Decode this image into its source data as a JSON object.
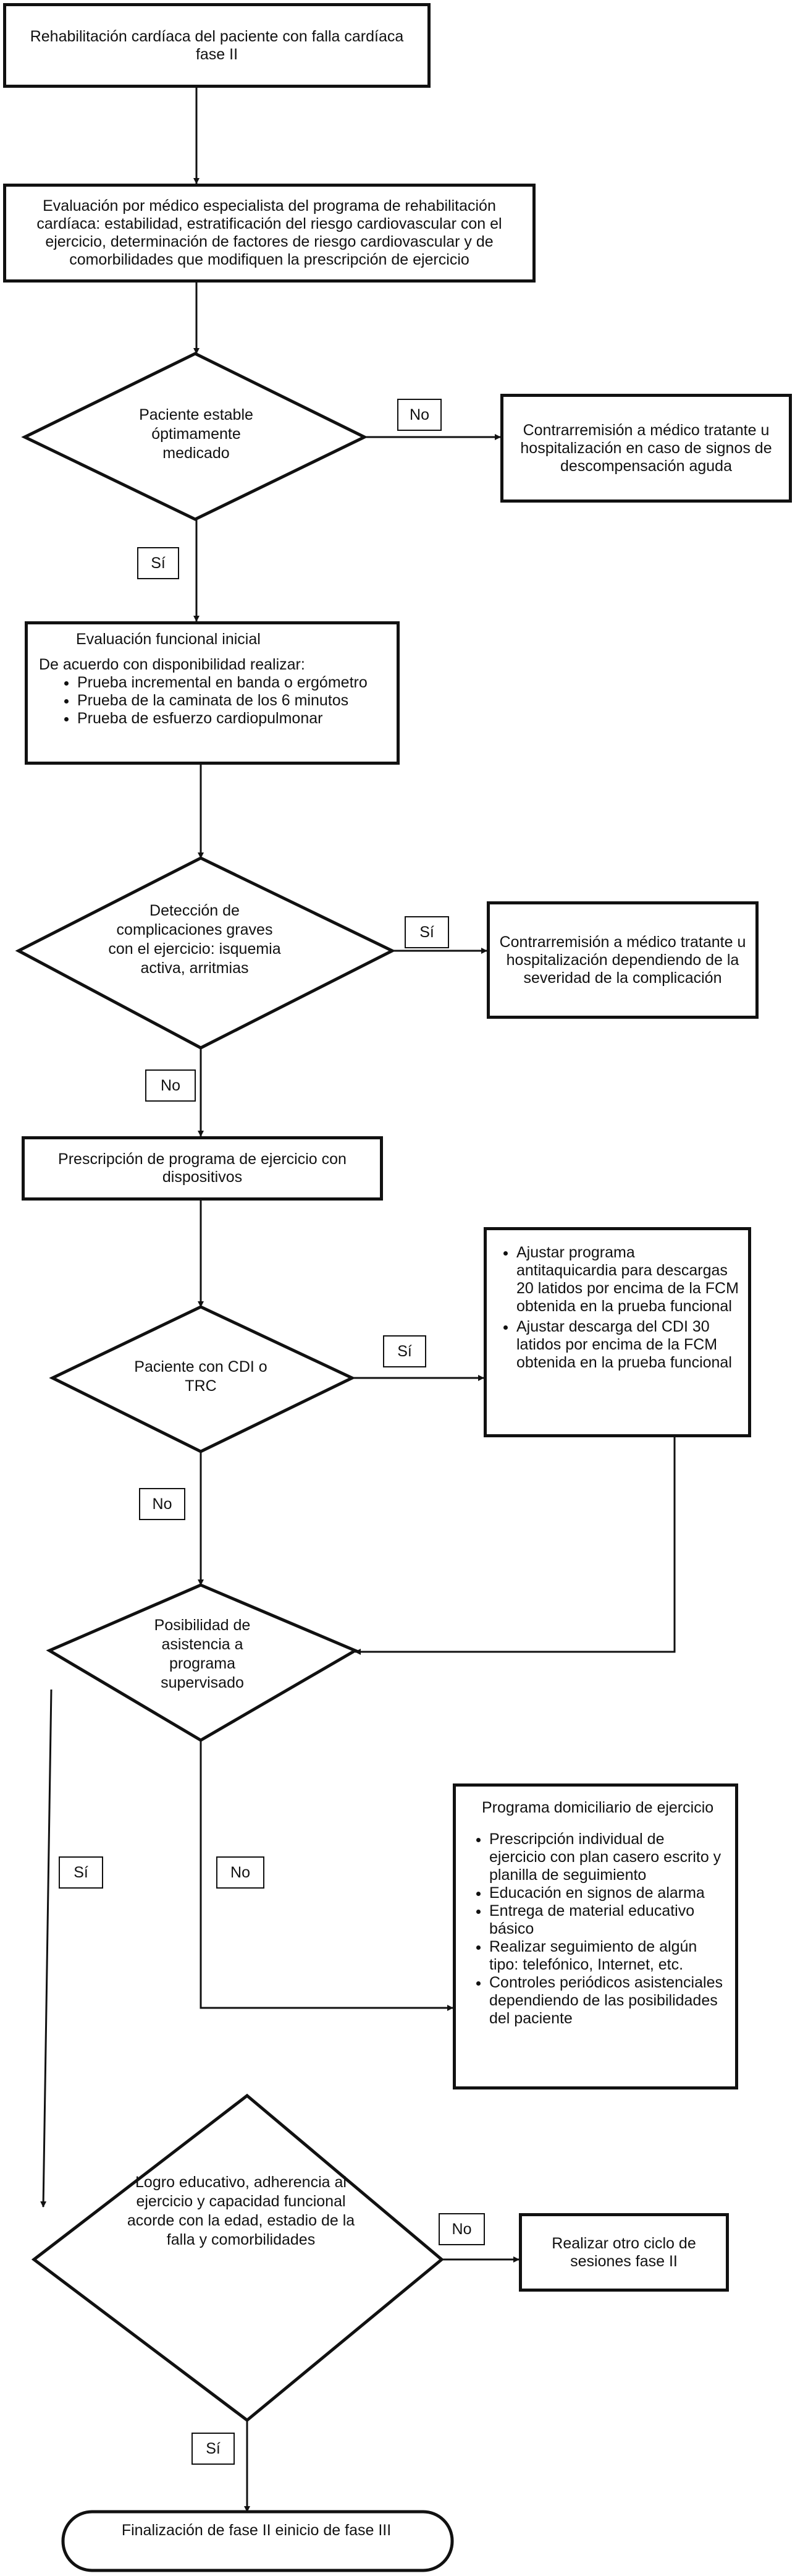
{
  "nodes": {
    "start": "Rehabilitación cardíaca del paciente con falla cardíaca fase II",
    "specialist_eval": "Evaluación por médico especialista del programa de rehabilitación cardíaca: estabilidad, estratificación del riesgo cardiovascular con el ejercicio, determinación de factores de riesgo cardiovascular y de comorbilidades que modifiquen la prescripción de ejercicio",
    "stable_decision": "Paciente estable óptimamente medicado",
    "counter_referral_1": "Contrarremisión a médico tratante u hospitalización en caso de signos de descompensación aguda",
    "functional_eval": {
      "title": "Evaluación funcional inicial",
      "intro": "De acuerdo con disponibilidad realizar:",
      "items": [
        "Prueba incremental en banda o ergómetro",
        "Prueba de la caminata de los 6 minutos",
        "Prueba de esfuerzo cardiopulmonar"
      ]
    },
    "complications_decision": "Detección de complicaciones graves con el ejercicio: isquemia activa, arritmias",
    "counter_referral_2": "Contrarremisión a médico tratante u hospitalización dependiendo de la severidad de la complicación",
    "prescription": "Prescripción de programa de ejercicio con dispositivos",
    "cdi_decision": "Paciente con CDI o TRC",
    "cdi_adjust": {
      "items": [
        "Ajustar programa antitaquicardia para descargas 20 latidos por encima de la FCM obtenida en la prueba funcional",
        "Ajustar descarga del CDI 30 latidos por encima de la FCM obtenida en la prueba funcional"
      ]
    },
    "supervised_decision": "Posibilidad de asistencia a programa supervisado",
    "home_program": {
      "title": "Programa domiciliario de ejercicio",
      "items": [
        "Prescripción individual de ejercicio con plan casero escrito y planilla de seguimiento",
        "Educación en signos de alarma",
        "Entrega de material educativo básico",
        "Realizar seguimiento de algún tipo: telefónico, Internet, etc.",
        "Controles periódicos asistenciales dependiendo de las posibilidades del paciente"
      ]
    },
    "achievement_decision": "Logro educativo, adherencia al ejercicio y capacidad funcional acorde con la edad, estadio de la falla y comorbilidades",
    "another_cycle": "Realizar otro ciclo de sesiones fase II",
    "end": "Finalización de fase II einicio de fase III"
  },
  "edge_labels": {
    "stable_no": "No",
    "stable_yes": "Sí",
    "complications_yes": "Sí",
    "complications_no": "No",
    "cdi_yes": "Sí",
    "cdi_no": "No",
    "supervised_yes": "Sí",
    "supervised_no": "No",
    "achievement_no": "No",
    "achievement_yes": "Sí"
  }
}
